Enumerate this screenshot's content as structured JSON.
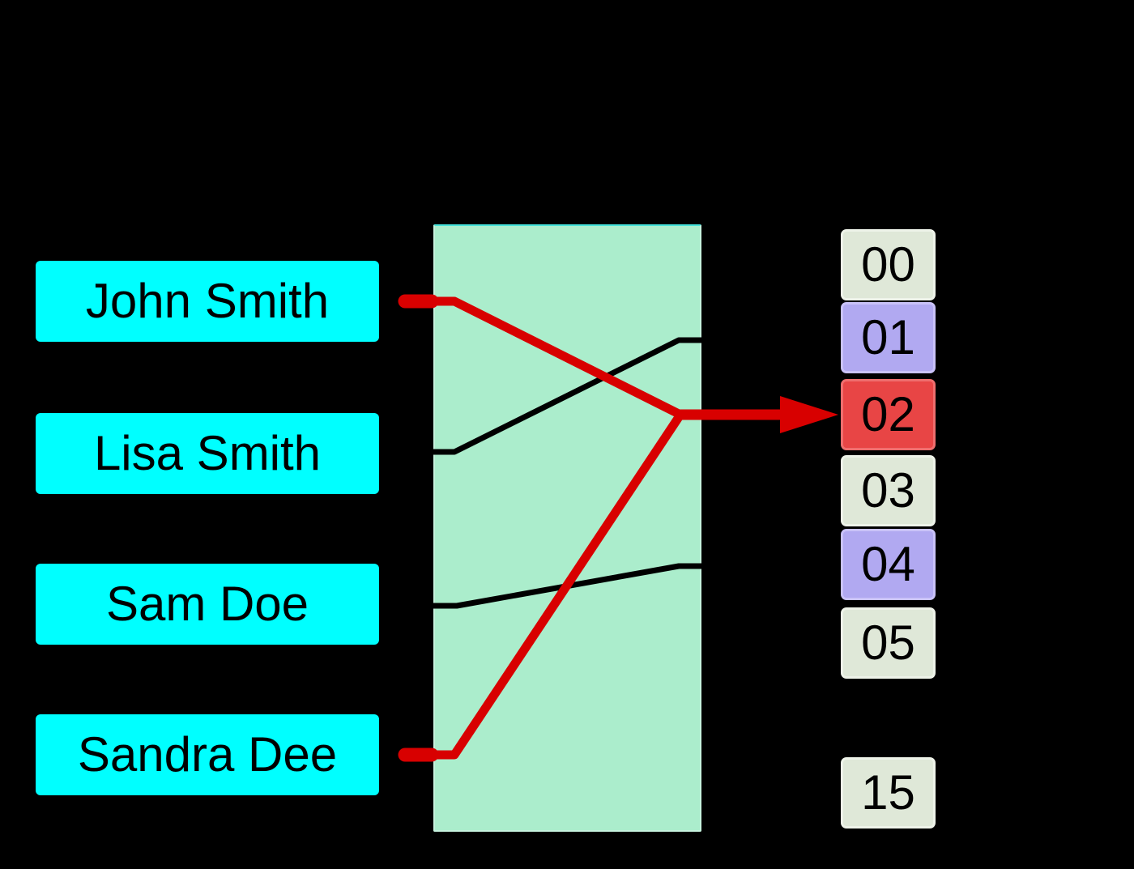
{
  "diagram": {
    "description": "hash function mapping keys to buckets with a collision at bucket 02",
    "keys": [
      {
        "id": "john-smith",
        "label": "John Smith"
      },
      {
        "id": "lisa-smith",
        "label": "Lisa Smith"
      },
      {
        "id": "sam-doe",
        "label": "Sam Doe"
      },
      {
        "id": "sandra-dee",
        "label": "Sandra Dee"
      }
    ],
    "buckets": [
      {
        "label": "00",
        "state": "empty",
        "fill": "#dfe8d8",
        "border": "#eef3e9"
      },
      {
        "label": "01",
        "state": "occupied",
        "fill": "#b1a9f1",
        "border": "#c9c2f8"
      },
      {
        "label": "02",
        "state": "collision",
        "fill": "#e84545",
        "border": "#ef6e6e"
      },
      {
        "label": "03",
        "state": "empty",
        "fill": "#dfe8d8",
        "border": "#eef3e9"
      },
      {
        "label": "04",
        "state": "occupied",
        "fill": "#b1a9f1",
        "border": "#c9c2f8"
      },
      {
        "label": "05",
        "state": "empty",
        "fill": "#dfe8d8",
        "border": "#eef3e9"
      },
      {
        "label": "15",
        "state": "empty",
        "fill": "#dfe8d8",
        "border": "#eef3e9"
      }
    ],
    "edges": [
      {
        "from": "John Smith",
        "to": "02",
        "color": "#d80000"
      },
      {
        "from": "Lisa Smith",
        "to": "01",
        "color": "#000000"
      },
      {
        "from": "Sam Doe",
        "to": "04",
        "color": "#000000"
      },
      {
        "from": "Sandra Dee",
        "to": "02",
        "color": "#d80000"
      }
    ],
    "colors": {
      "background": "#000000",
      "key_fill": "#00ffff",
      "key_text": "#000000",
      "hash_box_fill": "#abedcc",
      "collision_red": "#d80000"
    }
  }
}
